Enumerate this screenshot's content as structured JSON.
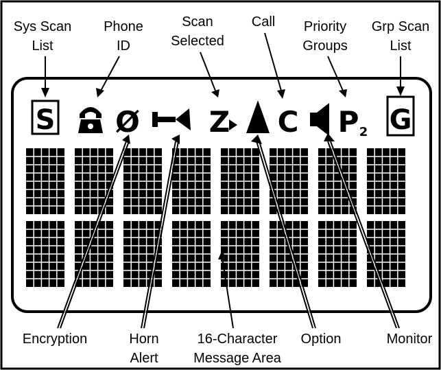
{
  "top_labels": {
    "sys_scan": [
      "Sys Scan",
      "List"
    ],
    "phone_id": [
      "Phone",
      "ID"
    ],
    "scan_selected": [
      "Scan",
      "Selected"
    ],
    "call": [
      "Call"
    ],
    "priority_groups": [
      "Priority",
      "Groups"
    ],
    "grp_scan": [
      "Grp Scan",
      "List"
    ]
  },
  "bottom_labels": {
    "encryption": [
      "Encryption"
    ],
    "horn_alert": [
      "Horn",
      "Alert"
    ],
    "message_area": [
      "16-Character",
      "Message Area"
    ],
    "option": [
      "Option"
    ],
    "monitor": [
      "Monitor"
    ]
  },
  "icons": {
    "sys_scan": "S",
    "encryption": "Ø",
    "scan_selected": "Z",
    "call": "C",
    "priority": "P",
    "priority_sub": "2",
    "grp_scan": "G"
  },
  "message_area": {
    "characters": 16,
    "rows": 2,
    "columns": 8
  },
  "colors": {
    "ink": "#000000",
    "background": "#ffffff"
  }
}
